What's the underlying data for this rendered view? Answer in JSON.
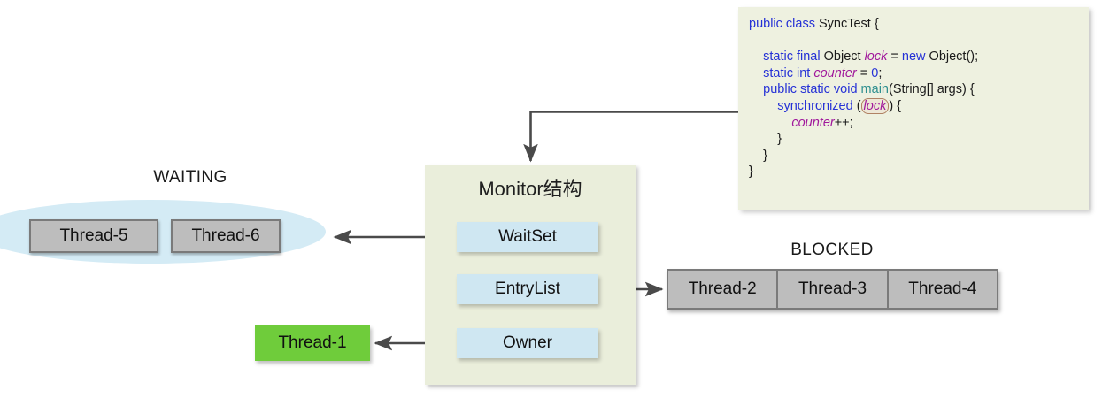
{
  "diagram": {
    "title": "Java Monitor (synchronized) structure and thread states",
    "colors": {
      "waiting_ellipse": "#d4ebf5",
      "thread_box": "#bdbdbd",
      "thread_box_border": "#7a7a7a",
      "monitor_box": "#eaeedb",
      "monitor_slot": "#cfe7f2",
      "owner_thread": "#6fcc3b",
      "code_box": "#eef1e0",
      "arrow": "#4a4a4a",
      "keyword": "#2531d6",
      "variable": "#a0179b",
      "method": "#2e8f8f"
    }
  },
  "waiting": {
    "label": "WAITING",
    "threads": [
      {
        "name": "Thread-5"
      },
      {
        "name": "Thread-6"
      }
    ]
  },
  "monitor": {
    "title": "Monitor结构",
    "slots": [
      {
        "name": "WaitSet"
      },
      {
        "name": "EntryList"
      },
      {
        "name": "Owner"
      }
    ]
  },
  "blocked": {
    "label": "BLOCKED",
    "threads": [
      {
        "name": "Thread-2"
      },
      {
        "name": "Thread-3"
      },
      {
        "name": "Thread-4"
      }
    ]
  },
  "owner": {
    "thread": "Thread-1"
  },
  "code": {
    "language": "java",
    "lines": [
      "public class SyncTest {",
      "",
      "    static final Object lock = new Object();",
      "    static int counter = 0;",
      "    public static void main(String[] args) {",
      "        synchronized (lock) {",
      "            counter++;",
      "        }",
      "    }",
      "}"
    ],
    "highlighted_token": "lock"
  },
  "arrows": [
    {
      "from": "code.synchronized(lock)",
      "to": "monitor",
      "style": "elbow-down"
    },
    {
      "from": "monitor.WaitSet",
      "to": "waiting",
      "style": "straight-left"
    },
    {
      "from": "monitor.EntryList",
      "to": "blocked",
      "style": "straight-right"
    },
    {
      "from": "monitor.Owner",
      "to": "owner.thread",
      "style": "straight-left"
    }
  ]
}
